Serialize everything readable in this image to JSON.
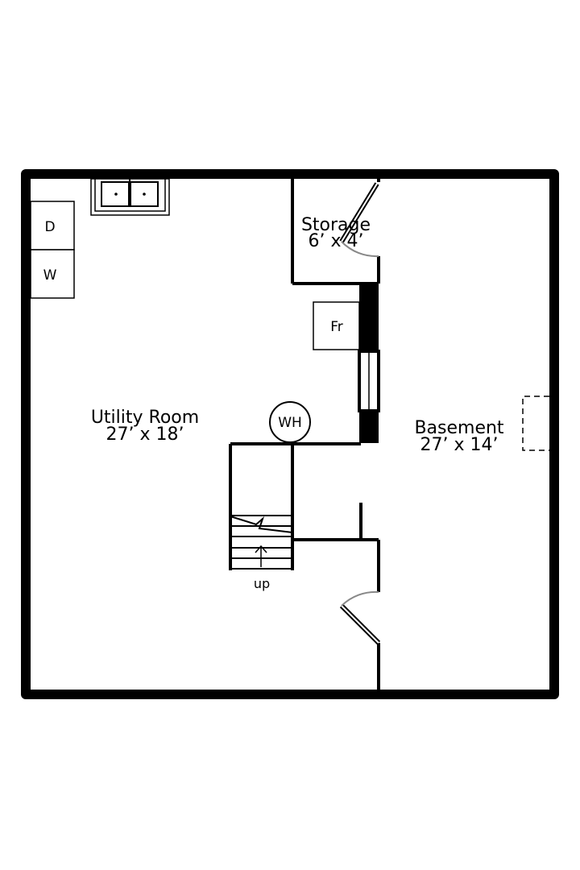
{
  "rooms": {
    "utility": {
      "name": "Utility Room",
      "size": "27’ x 18’"
    },
    "storage": {
      "name": "Storage",
      "size": "6’ x 4’"
    },
    "basement": {
      "name": "Basement",
      "size": "27’ x 14’"
    }
  },
  "fixtures": {
    "dryer": "D",
    "washer": "W",
    "fridge": "Fr",
    "water_heater": "WH"
  },
  "stairs": {
    "direction": "up"
  },
  "colors": {
    "wall": "#000000",
    "door_swing": "#888888",
    "background": "#ffffff"
  }
}
